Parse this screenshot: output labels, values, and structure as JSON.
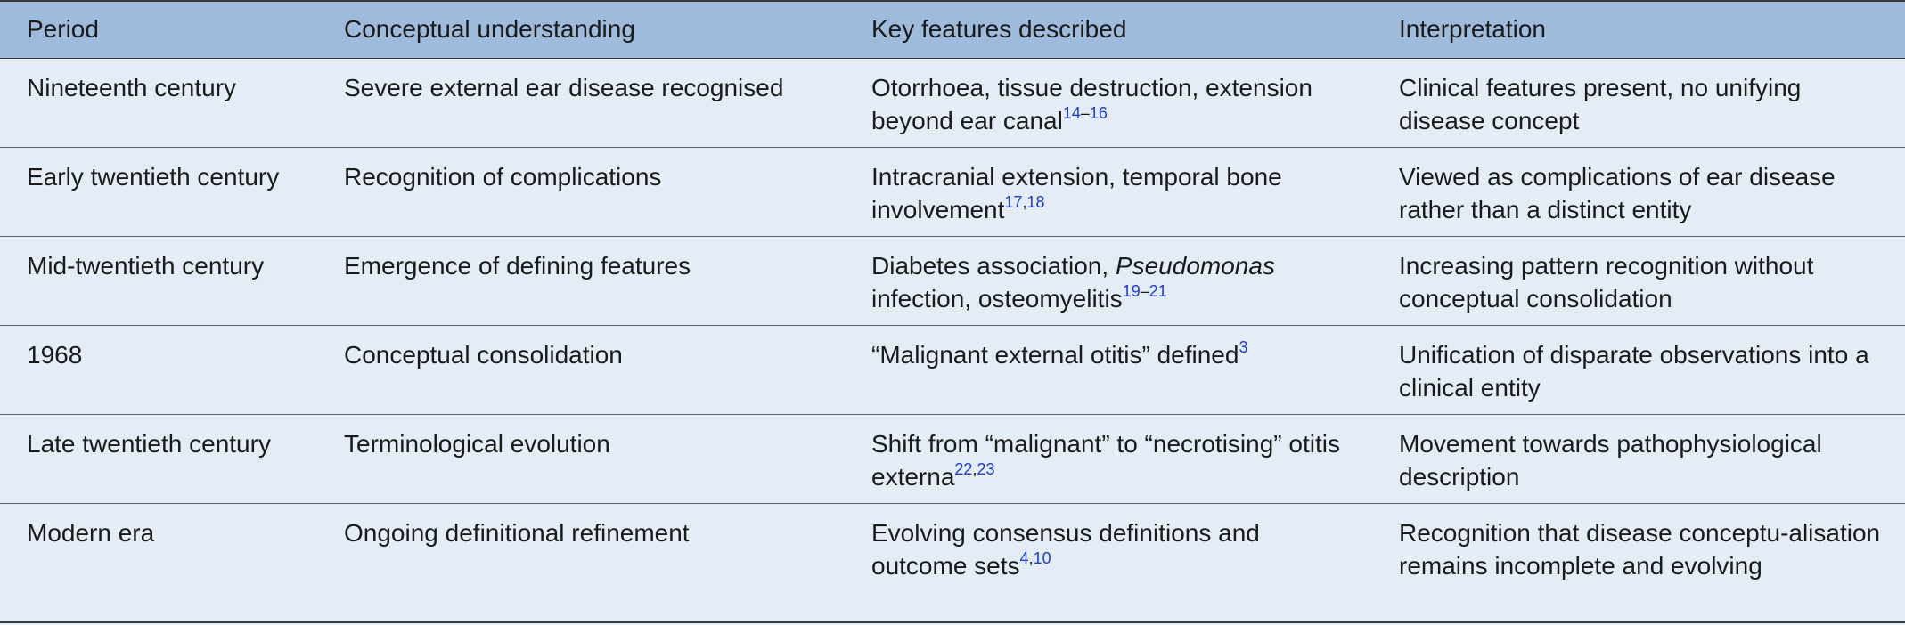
{
  "table": {
    "headers": [
      "Period",
      "Conceptual understanding",
      "Key features described",
      "Interpretation"
    ],
    "rows": [
      {
        "period": "Nineteenth century",
        "concept": "Severe external ear disease recognised",
        "features_prefix": "",
        "features_italic": "",
        "features_text": "Otorrhoea, tissue destruction, extension beyond ear canal",
        "ref_a": "14",
        "ref_sep": "–",
        "ref_b": "16",
        "interpretation": "Clinical features present, no unifying disease concept"
      },
      {
        "period": "Early twentieth century",
        "concept": "Recognition of complications",
        "features_prefix": "",
        "features_italic": "",
        "features_text": "Intracranial extension, temporal bone involvement",
        "ref_a": "17",
        "ref_sep": ",",
        "ref_b": "18",
        "interpretation": "Viewed as complications of ear disease rather than a distinct entity"
      },
      {
        "period": "Mid-twentieth century",
        "concept": "Emergence of defining features",
        "features_prefix": "Diabetes association, ",
        "features_italic": "Pseudomonas",
        "features_text": " infection, osteomyelitis",
        "ref_a": "19",
        "ref_sep": "–",
        "ref_b": "21",
        "interpretation": "Increasing pattern recognition without conceptual consolidation"
      },
      {
        "period": "1968",
        "concept": "Conceptual consolidation",
        "features_prefix": "",
        "features_italic": "",
        "features_text": "“Malignant external otitis” defined",
        "ref_a": "3",
        "ref_sep": "",
        "ref_b": "",
        "interpretation": "Unification of disparate observations into a clinical entity"
      },
      {
        "period": "Late twentieth century",
        "concept": "Terminological evolution",
        "features_prefix": "",
        "features_italic": "",
        "features_text": "Shift from “malignant” to “necrotising” otitis externa",
        "ref_a": "22",
        "ref_sep": ",",
        "ref_b": "23",
        "interpretation": "Movement towards pathophysiological description"
      },
      {
        "period": "Modern era",
        "concept": "Ongoing definitional refinement",
        "features_prefix": "",
        "features_italic": "",
        "features_text": "Evolving consensus definitions and outcome sets",
        "ref_a": "4",
        "ref_sep": ",",
        "ref_b": "10",
        "interpretation": "Recognition that disease conceptu-alisation remains incomplete and evolving"
      }
    ]
  },
  "colors": {
    "header_bg": "#9ebbdc",
    "body_bg": "#e4edf6",
    "reference_link": "#1f3bd1"
  }
}
